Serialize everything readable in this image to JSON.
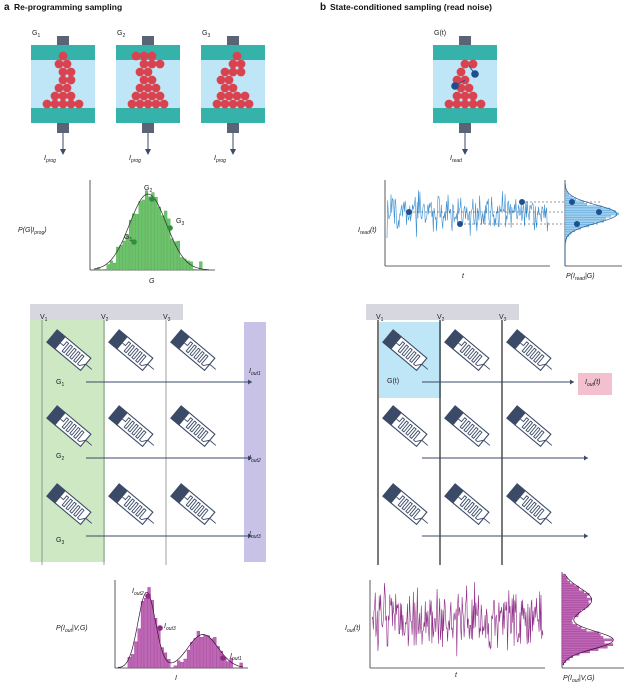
{
  "colors": {
    "electrode": "#35b3aa",
    "cell_bg": "#bfe6f6",
    "ion_red": "#d9434f",
    "ion_blue": "#1f4e8c",
    "pin": "#5a6476",
    "hist_green": "#6cc36a",
    "hist_green_dark": "#2f8f3b",
    "trace_blue": "#3a8fd0",
    "trace_purple": "#8d2b86",
    "hist_purple": "#c066b6",
    "bus_gray": "#d7d7df",
    "column_green": "#cde8c3",
    "column_purple": "#c8c2e6",
    "cell_highlight_blue": "#bfe6f6",
    "output_pink": "#f3c0d0",
    "device_dark": "#3b4a67"
  },
  "panel_a": {
    "letter": "a",
    "title": "Re-programming sampling",
    "devices": [
      {
        "label": "G",
        "sub": "1",
        "current": "I",
        "current_sub": "prog"
      },
      {
        "label": "G",
        "sub": "2",
        "current": "I",
        "current_sub": "prog"
      },
      {
        "label": "G",
        "sub": "3",
        "current": "I",
        "current_sub": "prog"
      }
    ],
    "hist": {
      "ylabel_main": "P(G|I",
      "ylabel_sub": "prog",
      "ylabel_end": ")",
      "xlabel": "G",
      "point_labels": [
        {
          "t": "G",
          "s": "1"
        },
        {
          "t": "G",
          "s": "2"
        },
        {
          "t": "G",
          "s": "3"
        }
      ]
    },
    "crossbar": {
      "voltages": [
        {
          "t": "V",
          "s": "1"
        },
        {
          "t": "V",
          "s": "2"
        },
        {
          "t": "V",
          "s": "3"
        }
      ],
      "cell_labels": [
        {
          "t": "G",
          "s": "1"
        },
        {
          "t": "G",
          "s": "2"
        },
        {
          "t": "G",
          "s": "3"
        }
      ],
      "outputs": [
        {
          "t": "I",
          "s": "out1"
        },
        {
          "t": "I",
          "s": "out2"
        },
        {
          "t": "I",
          "s": "out3"
        }
      ]
    },
    "out_hist": {
      "ylabel_main": "P(I",
      "ylabel_sub": "out",
      "ylabel_end": "|V,G)",
      "xlabel": "I",
      "point_labels": [
        {
          "t": "I",
          "s": "out2"
        },
        {
          "t": "I",
          "s": "out3"
        },
        {
          "t": "I",
          "s": "out1"
        }
      ]
    }
  },
  "panel_b": {
    "letter": "b",
    "title": "State-conditioned sampling (read noise)",
    "device": {
      "label": "G(t)",
      "current": "I",
      "current_sub": "read"
    },
    "trace": {
      "ylabel_main": "I",
      "ylabel_sub": "read",
      "ylabel_end": "(t)",
      "xlabel": "t",
      "side_label_main": "P(I",
      "side_label_sub": "read",
      "side_label_end": "|G)"
    },
    "crossbar": {
      "voltages": [
        {
          "t": "V",
          "s": "1"
        },
        {
          "t": "V",
          "s": "2"
        },
        {
          "t": "V",
          "s": "3"
        }
      ],
      "cell_label": "G(t)",
      "output": {
        "t": "I",
        "s": "out",
        "end": "(t)"
      }
    },
    "out_trace": {
      "ylabel_main": "I",
      "ylabel_sub": "out",
      "ylabel_end": "(t)",
      "xlabel": "t",
      "side_label_main": "P(I",
      "side_label_sub": "out",
      "side_label_end": "|V,G)"
    }
  }
}
